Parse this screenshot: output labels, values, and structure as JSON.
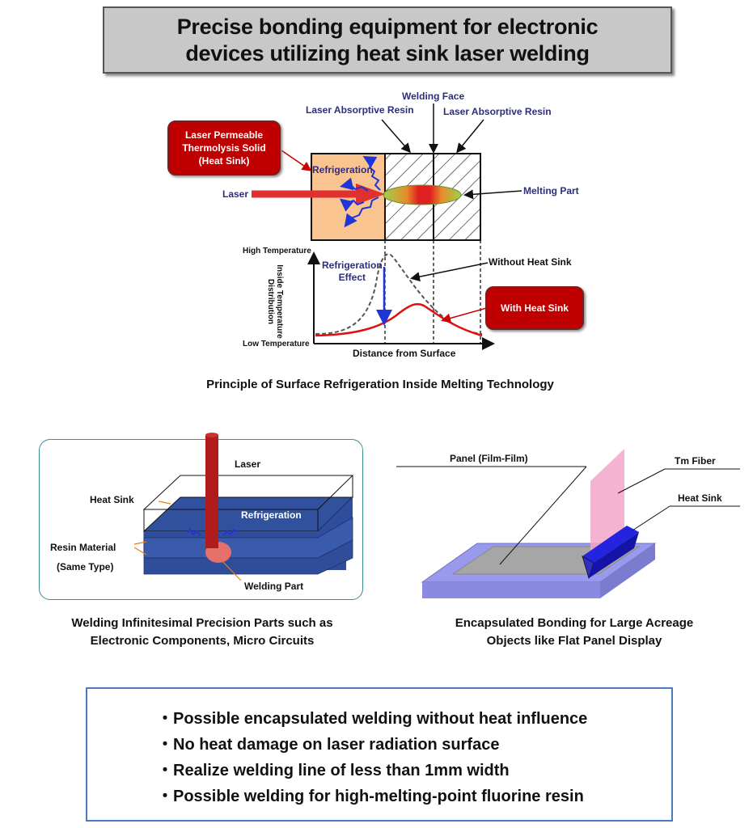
{
  "title": {
    "line1": "Precise bonding equipment for electronic",
    "line2": "devices utilizing heat sink laser welding"
  },
  "principle": {
    "welding_face": "Welding Face",
    "laser_absorptive_left": "Laser Absorptive Resin",
    "laser_absorptive_right": "Laser Absorptive Resin",
    "heat_sink_box": [
      "Laser Permeable",
      "Thermolysis Solid",
      "(Heat Sink)"
    ],
    "laser": "Laser",
    "refrigeration": "Refrigeration",
    "melting_part": "Melting Part",
    "high_temperature": "High Temperature",
    "low_temperature": "Low Temperature",
    "y_axis": [
      "Inside Temperature",
      "Distribution"
    ],
    "refrigeration_effect": [
      "Refrigeration",
      "Effect"
    ],
    "without_heat_sink": "Without Heat Sink",
    "with_heat_sink": "With Heat Sink",
    "x_axis": "Distance from Surface",
    "caption": "Principle of Surface Refrigeration Inside Melting Technology"
  },
  "left_figure": {
    "laser": "Laser",
    "heat_sink": "Heat Sink",
    "refrigeration": "Refrigeration",
    "resin_material": "Resin Material",
    "same_type": "(Same Type)",
    "welding_part": "Welding Part",
    "caption_line1": "Welding Infinitesimal Precision Parts such as",
    "caption_line2": "Electronic Components, Micro Circuits"
  },
  "right_figure": {
    "panel": "Panel (Film-Film)",
    "tm_fiber": "Tm Fiber",
    "heat_sink": "Heat Sink",
    "caption_line1": "Encapsulated Bonding for Large Acreage",
    "caption_line2": "Objects like Flat Panel Display"
  },
  "bullets": [
    "・Possible encapsulated welding without heat influence",
    "・No heat damage on laser radiation surface",
    "・Realize welding line of less than 1mm width",
    "・Possible welding for high-melting-point fluorine resin"
  ],
  "colors": {
    "heat_sink_fill": "#f9c48f",
    "red_box": "#c00000",
    "arrow_blue": "#1f35d6",
    "layer_blue": "#2f4d9a",
    "fiber_pink": "#f2a6c8",
    "panel_gray": "#a6a6a6",
    "panel_lavender": "#9999ee"
  }
}
